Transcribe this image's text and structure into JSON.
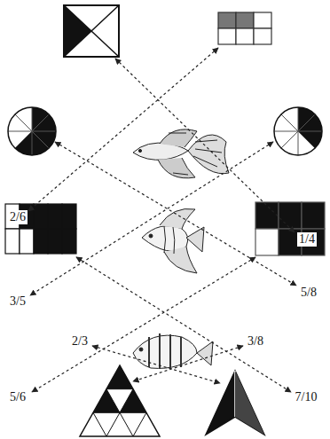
{
  "diagram": {
    "labels": [
      "2/6",
      "1/4",
      "3/5",
      "5/8",
      "2/3",
      "3/8",
      "5/6",
      "7/10"
    ]
  }
}
